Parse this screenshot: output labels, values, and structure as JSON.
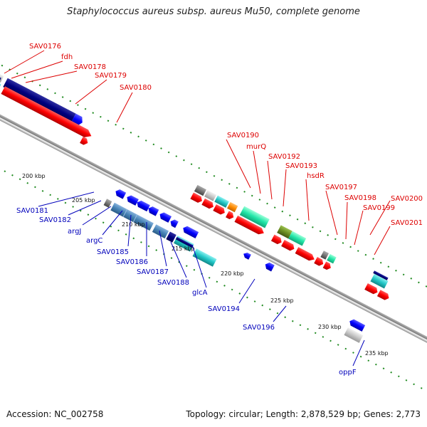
{
  "title": "Staphylococcus aureus subsp. aureus Mu50, complete genome",
  "accession": "Accession: NC_002758",
  "summary": "Topology: circular; Length: 2,878,529 bp; Genes: 2,773",
  "colors": {
    "backbone": "#8c8c8c",
    "tick_dot": "#1f8a1f",
    "label_top": "#dd0000",
    "label_bottom": "#0000bb",
    "feature_red": "#ff0000",
    "feature_blue": "#0000ff",
    "feature_teal": "#22c7c7",
    "feature_navy": "#000080",
    "feature_steel": "#4682b4",
    "feature_mint": "#22e6a8",
    "feature_gray": "#777777",
    "feature_silver": "#c8c8c8",
    "feature_orange": "#ff8c00",
    "feature_olive": "#6b8e23"
  },
  "scale_labels": [
    "200 kbp",
    "205 kbp",
    "210 kbp",
    "215 kbp",
    "220 kbp",
    "225 kbp",
    "230 kbp",
    "235 kbp"
  ],
  "top_labels": [
    "SAV0176",
    "fdh",
    "SAV0178",
    "SAV0179",
    "SAV0180",
    "SAV0190",
    "murQ",
    "SAV0192",
    "SAV0193",
    "hsdR",
    "SAV0197",
    "SAV0198",
    "SAV0199",
    "SAV0200",
    "SAV0201"
  ],
  "bottom_labels": [
    "SAV0181",
    "SAV0182",
    "argJ",
    "argC",
    "SAV0185",
    "SAV0186",
    "SAV0187",
    "SAV0188",
    "glcA",
    "SAV0194",
    "SAV0196",
    "oppF"
  ]
}
